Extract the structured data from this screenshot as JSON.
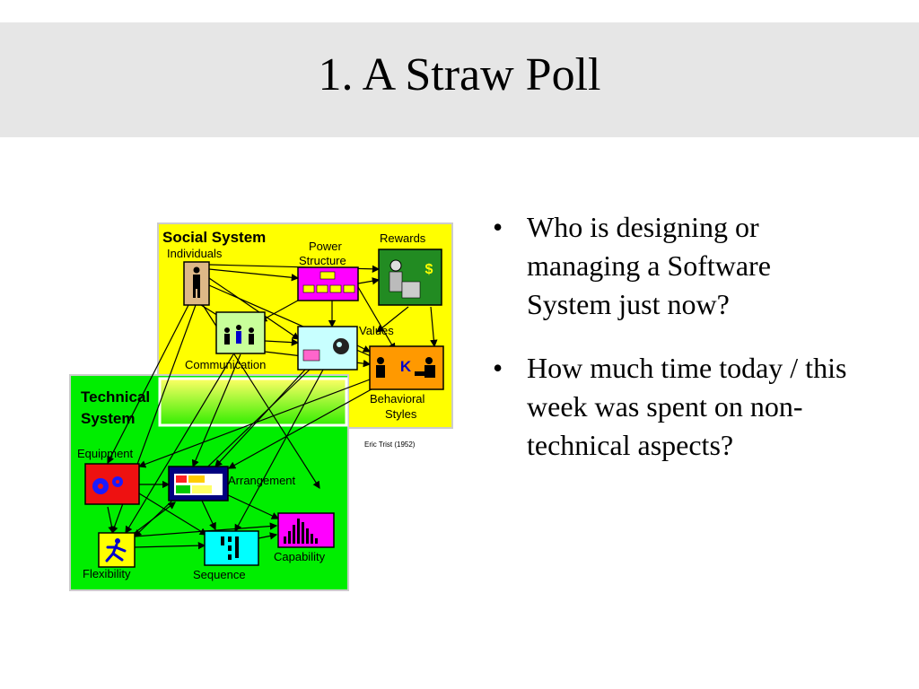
{
  "slide": {
    "title": "1. A Straw Poll",
    "bullets": [
      "Who is designing or managing a Software System just now?",
      "How much time today / this week was spent on non-technical aspects?"
    ],
    "bullet_glyph": "•"
  },
  "diagram": {
    "social_title": "Social System",
    "technical_title_line1": "Technical",
    "technical_title_line2": "System",
    "labels": {
      "individuals": "Individuals",
      "power_structure_line1": "Power",
      "power_structure_line2": "Structure",
      "rewards": "Rewards",
      "values": "Values",
      "communication": "Communication",
      "behavioral_styles_line1": "Behavioral",
      "behavioral_styles_line2": "Styles",
      "equipment": "Equipment",
      "arrangement": "Arrangement",
      "flexibility": "Flexibility",
      "sequence": "Sequence",
      "capability": "Capability",
      "credit": "Eric Trist (1952)"
    },
    "colors": {
      "social_bg": "#ffff00",
      "technical_bg": "#00ee00",
      "individuals_box": "#deb887",
      "power_box": "#ff00ff",
      "rewards_box": "#228b22",
      "communication_box": "#c8ff9a",
      "values_box": "#c8ffff",
      "behavioral_box": "#ff9900",
      "equipment_box": "#ee1111",
      "arrangement_box": "#000080",
      "flexibility_box": "#ffff00",
      "sequence_box": "#00ffff",
      "capability_box": "#ff00ff"
    },
    "icons": {
      "individuals": "person-icon",
      "power": "org-chart-icon",
      "rewards": "dollar-icon",
      "communication": "people-talking-icon",
      "values": "ballot-icon",
      "behavioral": "meeting-icon",
      "equipment": "gears-icon",
      "arrangement": "layout-icon",
      "flexibility": "running-person-icon",
      "sequence": "flow-icon",
      "capability": "histogram-icon"
    }
  }
}
